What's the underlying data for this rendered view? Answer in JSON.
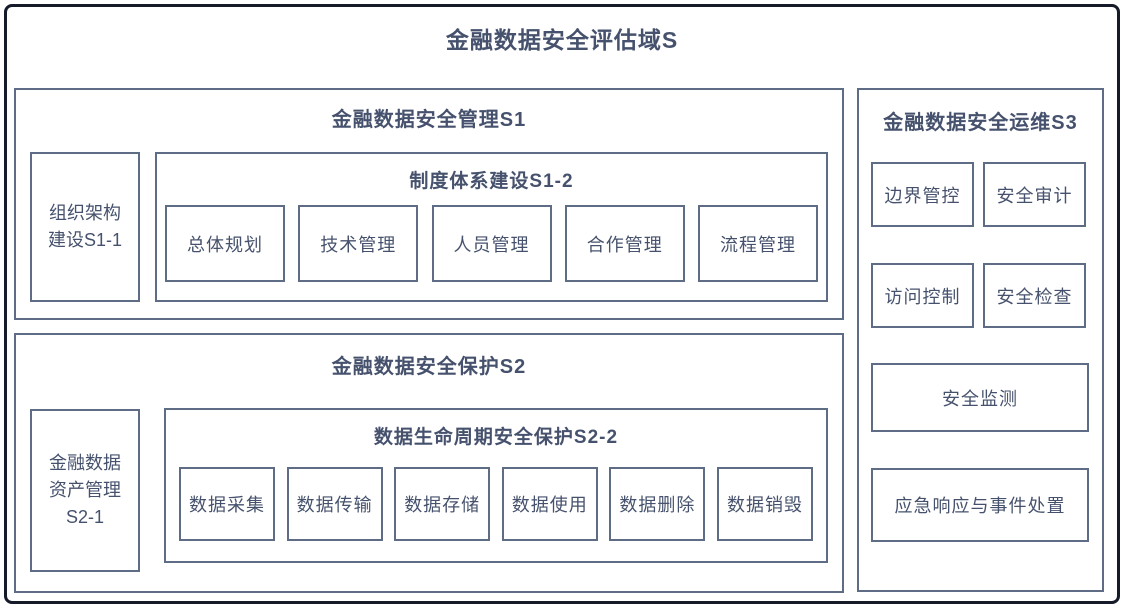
{
  "title": "金融数据安全评估域S",
  "colors": {
    "text": "#46526d",
    "inner_border": "#5e6c86",
    "outer_border": "#151b29",
    "background": "#ffffff"
  },
  "s1": {
    "title": "金融数据安全管理S1",
    "org_box": {
      "line1": "组织架构",
      "line2": "建设S1-1"
    },
    "system": {
      "title": "制度体系建设S1-2",
      "items": [
        "总体规划",
        "技术管理",
        "人员管理",
        "合作管理",
        "流程管理"
      ]
    }
  },
  "s2": {
    "title": "金融数据安全保护S2",
    "asset_box": {
      "line1": "金融数据",
      "line2": "资产管理",
      "line3": "S2-1"
    },
    "lifecycle": {
      "title": "数据生命周期安全保护S2-2",
      "items": [
        "数据采集",
        "数据传输",
        "数据存储",
        "数据使用",
        "数据删除",
        "数据销毁"
      ]
    }
  },
  "s3": {
    "title": "金融数据安全运维S3",
    "grid_items": [
      "边界管控",
      "安全审计",
      "访问控制",
      "安全检查"
    ],
    "wide_items": [
      "安全监测",
      "应急响应与事件处置"
    ]
  }
}
